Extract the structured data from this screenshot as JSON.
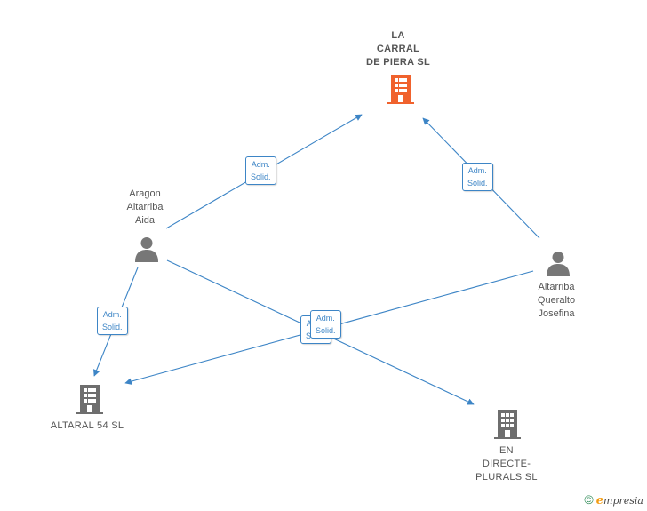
{
  "nodes": {
    "la_carral": {
      "lines": [
        "LA",
        "CARRAL",
        "DE PIERA  SL"
      ],
      "color": "#f0622d"
    },
    "altaral": {
      "lines": [
        "ALTARAL 54  SL"
      ],
      "color": "#6e6e6e"
    },
    "en_directe": {
      "lines": [
        "EN",
        "DIRECTE-",
        "PLURALS  SL"
      ],
      "color": "#6e6e6e"
    },
    "aragon": {
      "lines": [
        "Aragon",
        "Altarriba",
        "Aida"
      ],
      "color": "#777777"
    },
    "queralto": {
      "lines": [
        "Altarriba",
        "Queralto",
        "Josefina"
      ],
      "color": "#777777"
    }
  },
  "edges": [
    {
      "from": "aragon",
      "to": "la_carral",
      "label": [
        "Adm.",
        "Solid."
      ]
    },
    {
      "from": "queralto",
      "to": "la_carral",
      "label": [
        "Adm.",
        "Solid."
      ]
    },
    {
      "from": "aragon",
      "to": "altaral",
      "label": [
        "Adm.",
        "Solid."
      ]
    },
    {
      "from": "aragon",
      "to": "en_directe",
      "label": [
        "Adm.",
        "Solid."
      ]
    },
    {
      "from": "queralto",
      "to": "altaral",
      "label": [
        "Adm.",
        "Solid."
      ]
    }
  ],
  "colors": {
    "edge": "#3d85c6",
    "text": "#555555"
  },
  "brand": {
    "copyright": "©",
    "first": "e",
    "rest": "mpresia"
  }
}
